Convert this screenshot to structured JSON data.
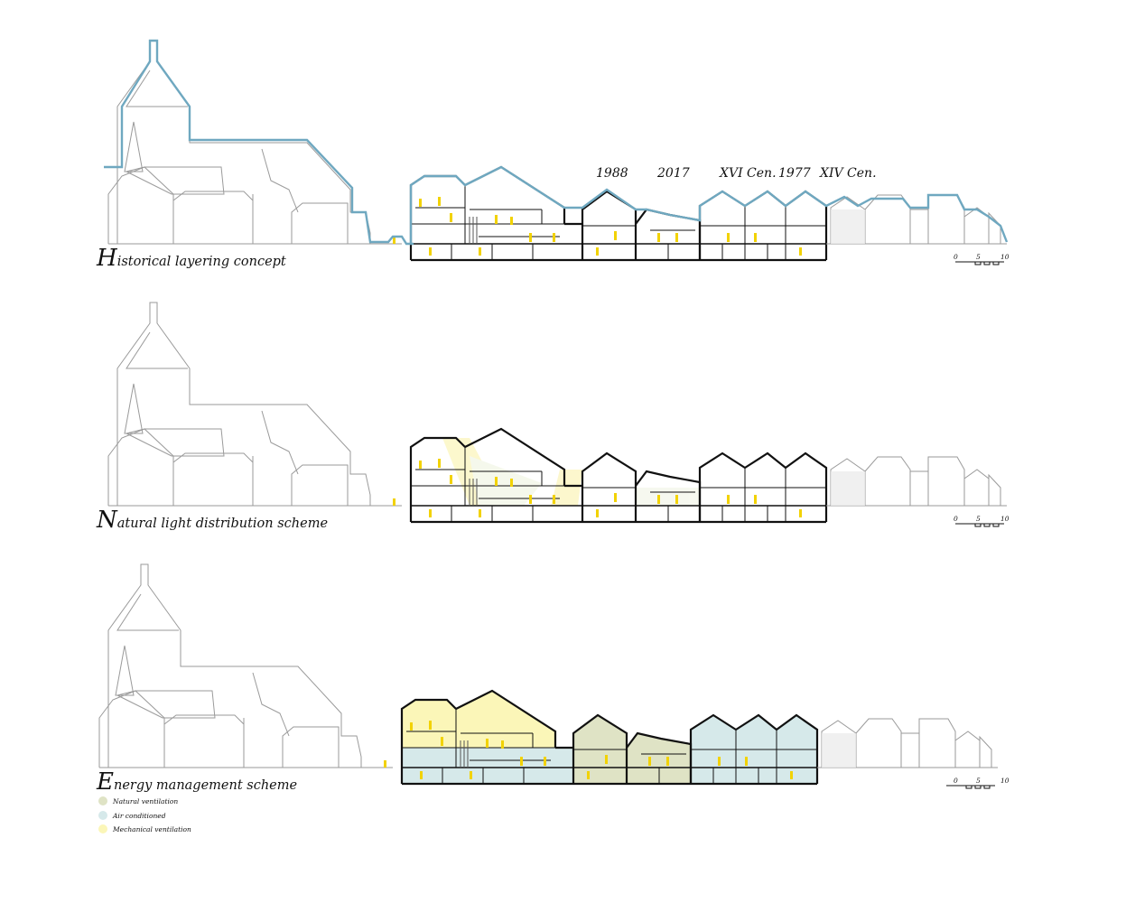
{
  "panels": [
    {
      "title_initial": "H",
      "title_rest": "istorical layering concept"
    },
    {
      "title_initial": "N",
      "title_rest": "atural light distribution scheme"
    },
    {
      "title_initial": "E",
      "title_rest": "nergy management scheme"
    }
  ],
  "era_labels": [
    "1988",
    "2017",
    "XVI Cen.",
    "1977",
    "XIV Cen."
  ],
  "scale_bar": {
    "min": "0",
    "mid": "5",
    "max": "10"
  },
  "legend": [
    {
      "label": "Natural ventilation",
      "color": "#dfe3c5"
    },
    {
      "label": "Air conditioned",
      "color": "#d6e9ea"
    },
    {
      "label": "Mechanical ventilation",
      "color": "#fbf6b8"
    }
  ],
  "colors": {
    "outline_highlight": "#6fa8c0",
    "figure_yellow": "#f2d200",
    "light_beam": "#fcf7c8",
    "ink": "#111111",
    "grey_line": "#9a9a9a"
  }
}
